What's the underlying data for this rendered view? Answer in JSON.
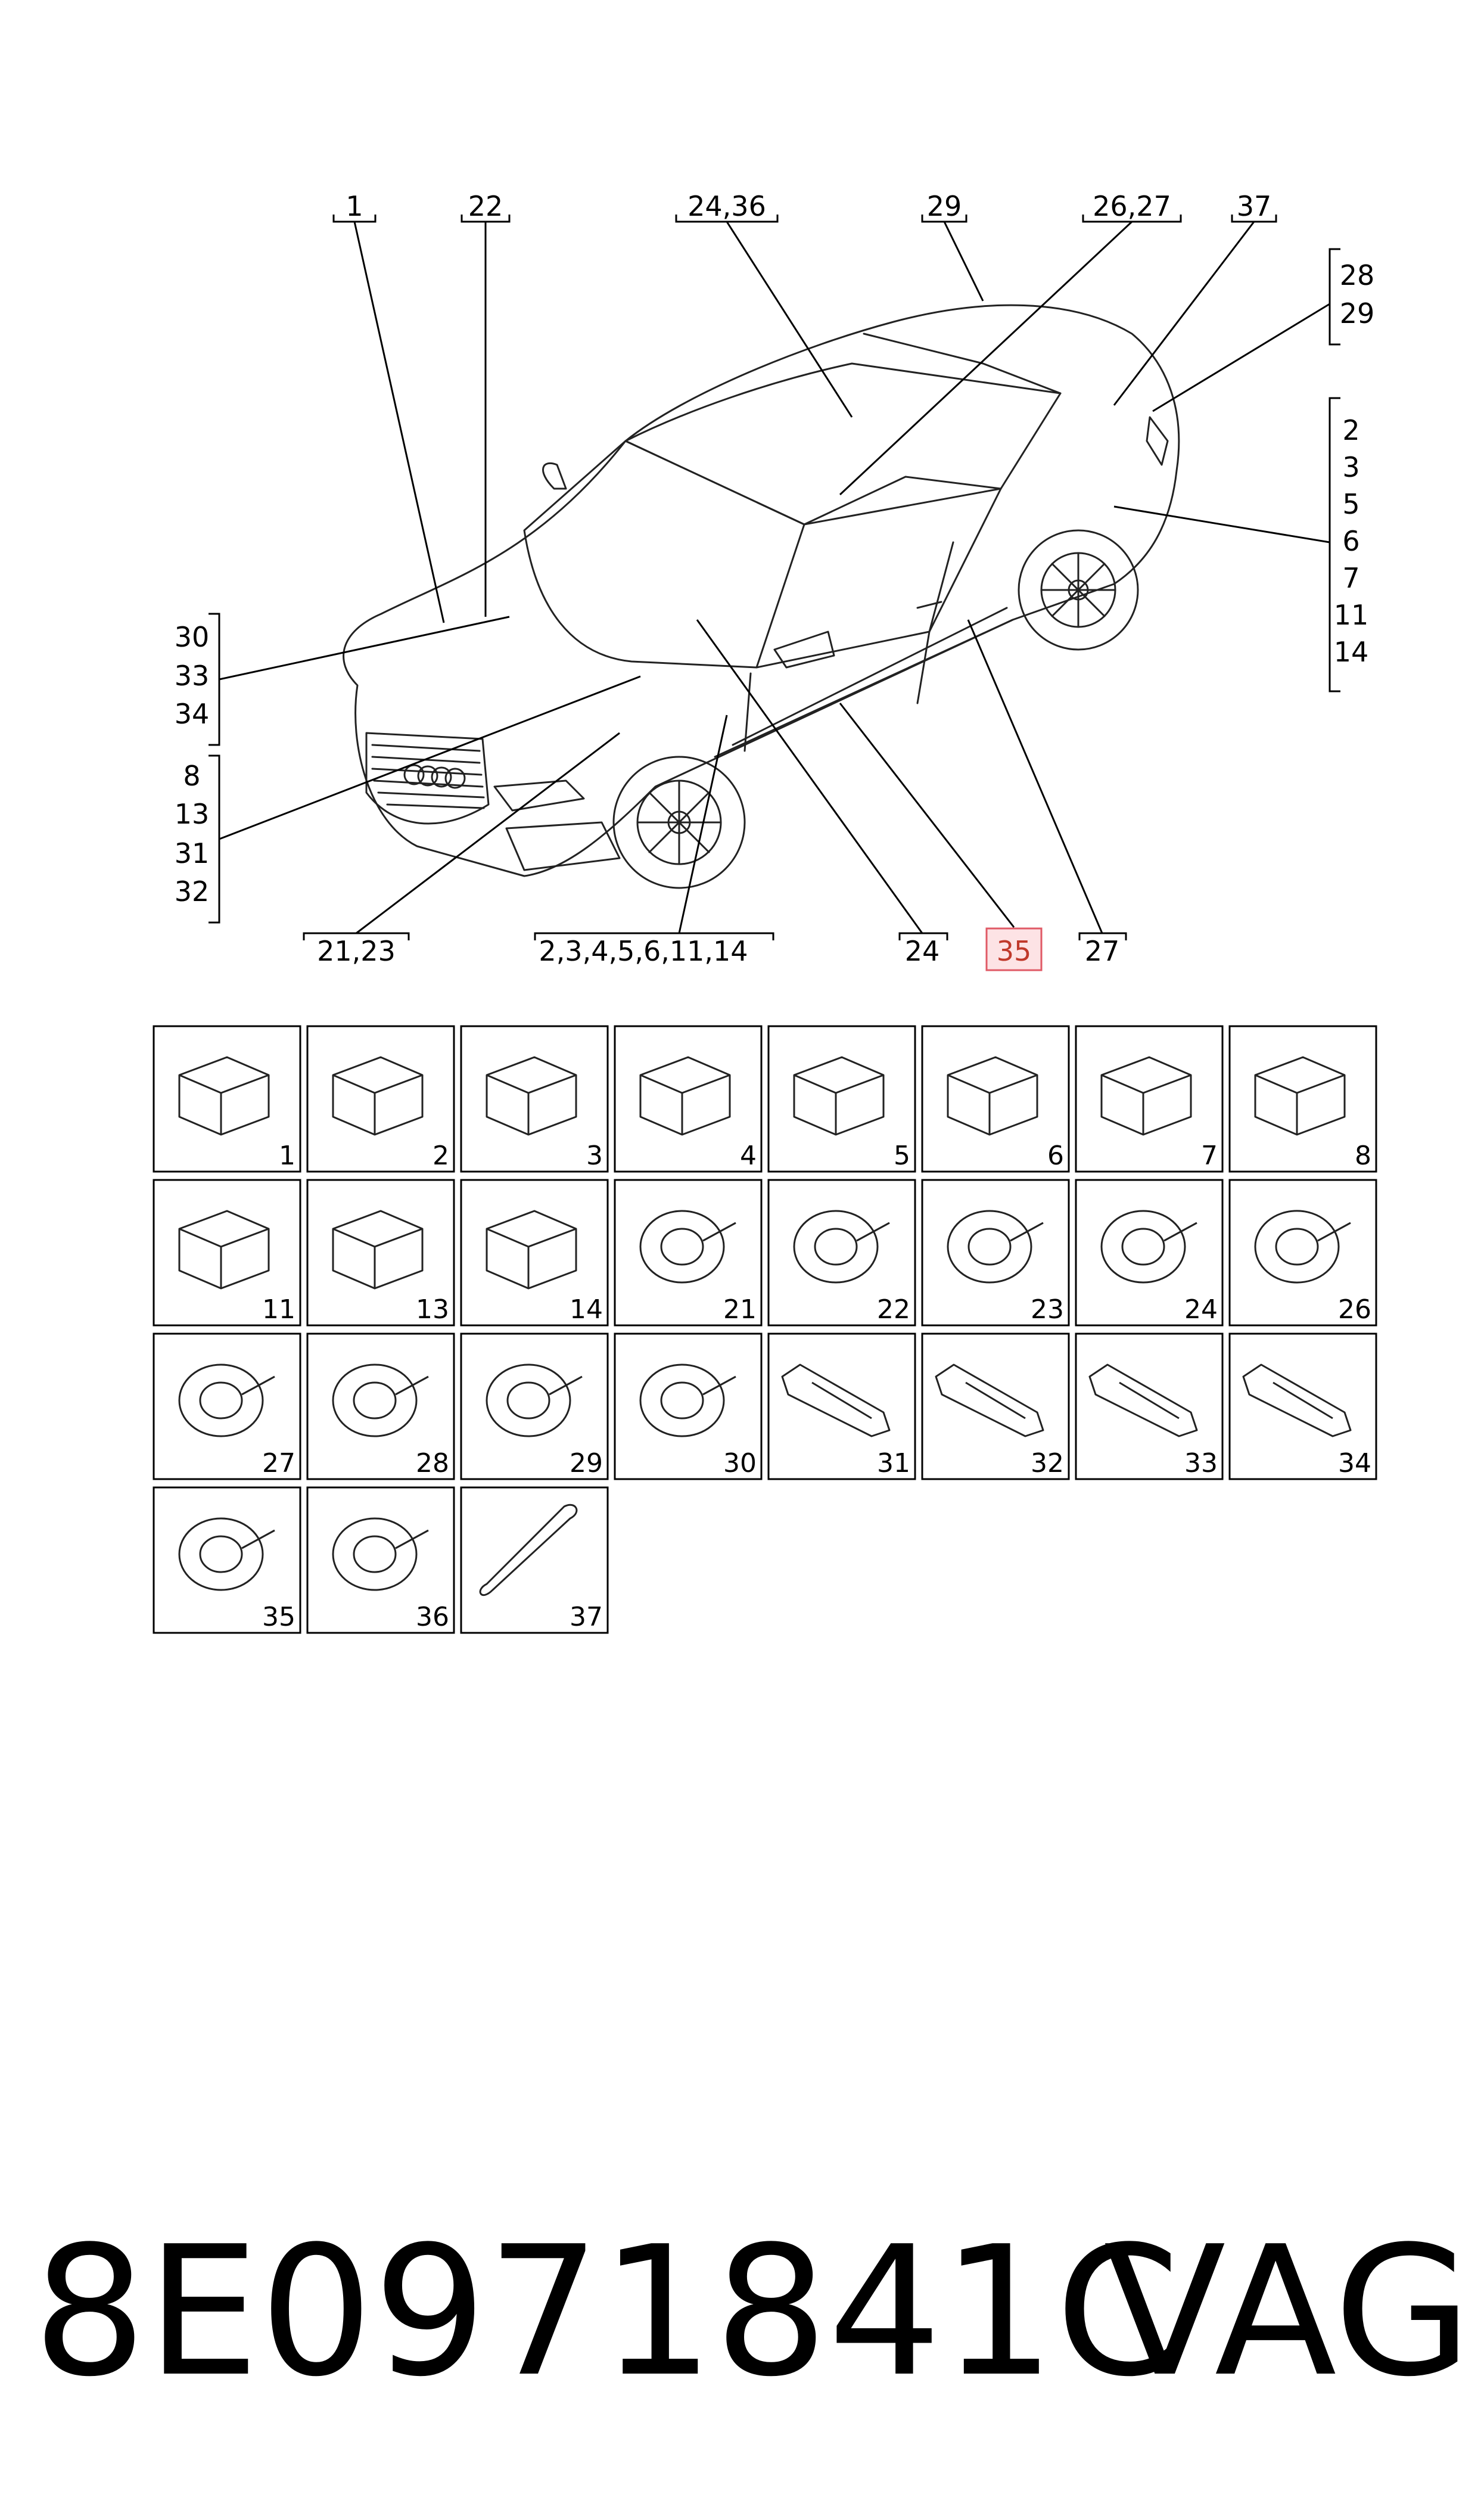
{
  "callouts": {
    "top": [
      "1",
      "22",
      "24,36",
      "29",
      "26,27",
      "37"
    ],
    "right_a": [
      "28",
      "29"
    ],
    "right_b": [
      "2",
      "3",
      "5",
      "6",
      "7",
      "11",
      "14"
    ],
    "left_a": [
      "30",
      "33",
      "34"
    ],
    "left_b": [
      "8",
      "13",
      "31",
      "32"
    ],
    "bottom": [
      "21,23",
      "2,3,4,5,6,11,14",
      "24",
      "35",
      "27"
    ]
  },
  "highlighted_callout": "35",
  "highlight_color": "#e05a66",
  "parts_grid": [
    "1",
    "2",
    "3",
    "4",
    "5",
    "6",
    "7",
    "8",
    "11",
    "13",
    "14",
    "21",
    "22",
    "23",
    "24",
    "26",
    "27",
    "28",
    "29",
    "30",
    "31",
    "32",
    "33",
    "34",
    "35",
    "36",
    "37"
  ],
  "footer": {
    "part_number": "8E0971841C",
    "brand": "VAG"
  }
}
